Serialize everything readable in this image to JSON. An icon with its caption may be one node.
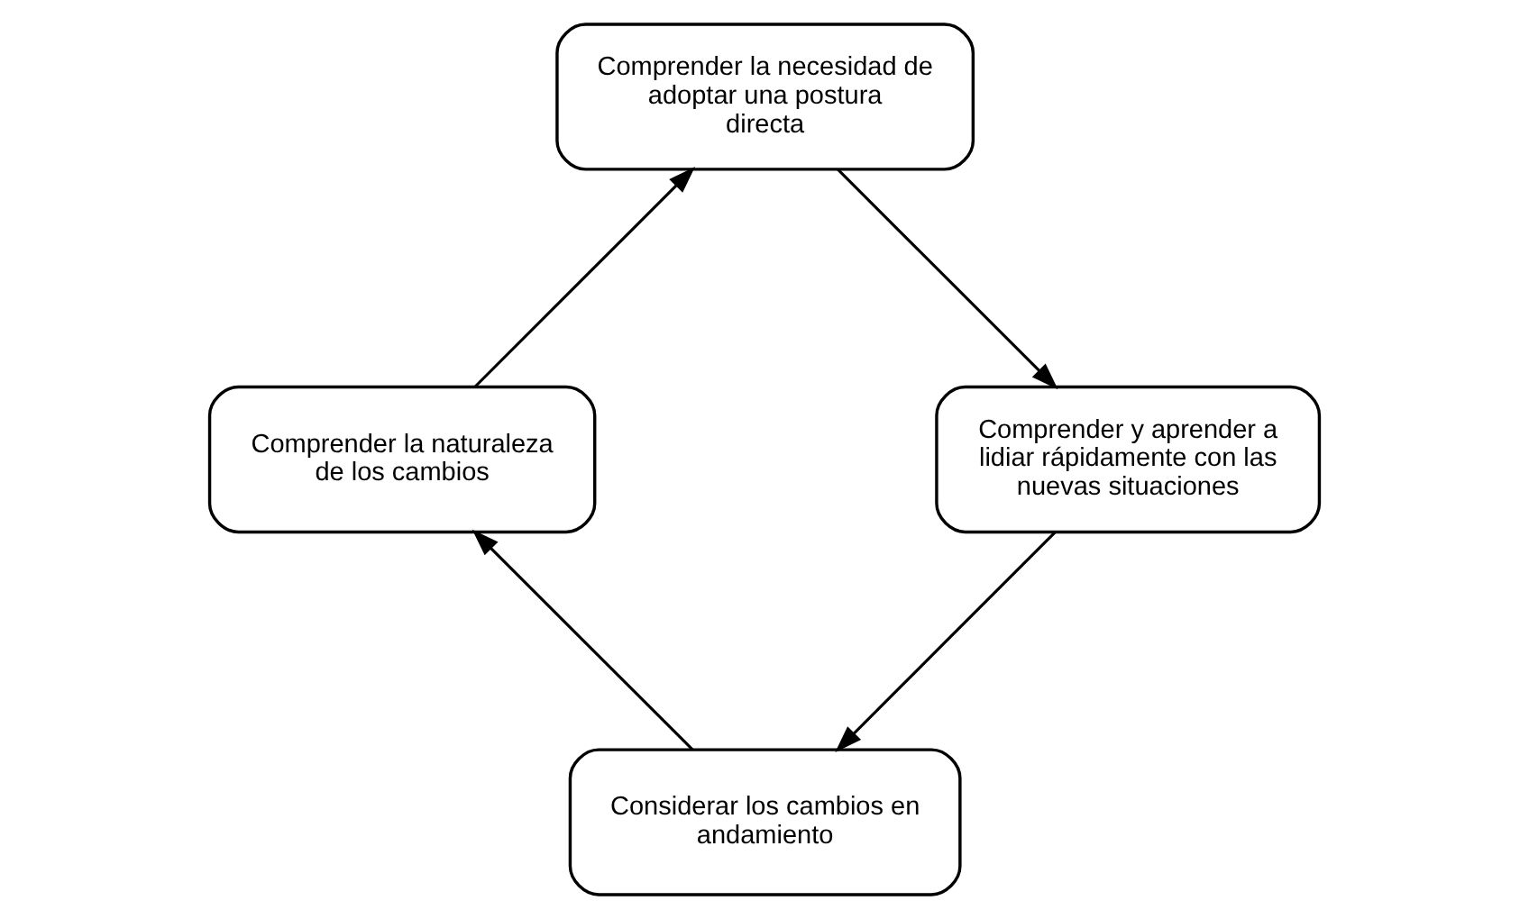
{
  "diagram": {
    "nodes": [
      {
        "text": [
          "Considerar los cambios en andamiento"
        ]
      },
      {
        "text": [
          "Comprender la naturaleza de los cambios"
        ]
      },
      {
        "text": [
          "Comprender la necesidad de adoptar una postura directa"
        ]
      },
      {
        "text": [
          "Comprender y aprender a lidiar rápidamente con las nuevas situaciones"
        ]
      }
    ],
    "edges": [
      {
        "from": 0,
        "to": 1,
        "arrow": "to"
      },
      {
        "from": 1,
        "to": 2,
        "arrow": "to"
      },
      {
        "from": 2,
        "to": 3,
        "arrow": "to"
      },
      {
        "from": 3,
        "to": 0,
        "arrow": "to"
      }
    ]
  }
}
